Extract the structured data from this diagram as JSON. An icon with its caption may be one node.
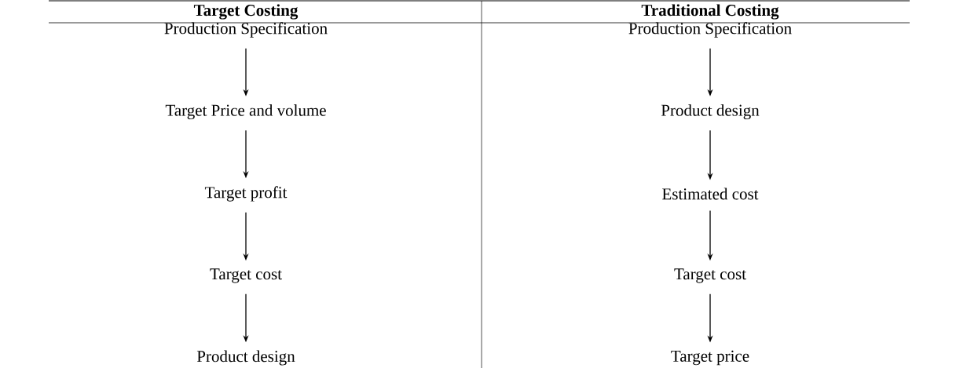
{
  "diagram": {
    "nodes": [
      {
        "text": [
          "Production Specification"
        ]
      },
      {
        "text": [
          "Target Price and volume"
        ]
      },
      {
        "text": [
          "Target profit"
        ]
      },
      {
        "text": [
          "Target cost"
        ]
      },
      {
        "text": [
          "Product design"
        ]
      },
      {
        "text": [
          "Production Specification"
        ]
      },
      {
        "text": [
          "Product design"
        ]
      },
      {
        "text": [
          "Estimated cost"
        ]
      },
      {
        "text": [
          "Target cost"
        ]
      },
      {
        "text": [
          "Target price"
        ]
      }
    ],
    "edges": [
      {
        "from": 0,
        "to": 1,
        "arrow": "to"
      },
      {
        "from": 1,
        "to": 2,
        "arrow": "to"
      },
      {
        "from": 2,
        "to": 3,
        "arrow": "to"
      },
      {
        "from": 3,
        "to": 4,
        "arrow": "to"
      },
      {
        "from": 5,
        "to": 6,
        "arrow": "to"
      },
      {
        "from": 6,
        "to": 7,
        "arrow": "to"
      },
      {
        "from": 7,
        "to": 8,
        "arrow": "to"
      },
      {
        "from": 8,
        "to": 9,
        "arrow": "to"
      }
    ],
    "labels": [
      "Target Costing",
      "Traditional Costing"
    ]
  }
}
